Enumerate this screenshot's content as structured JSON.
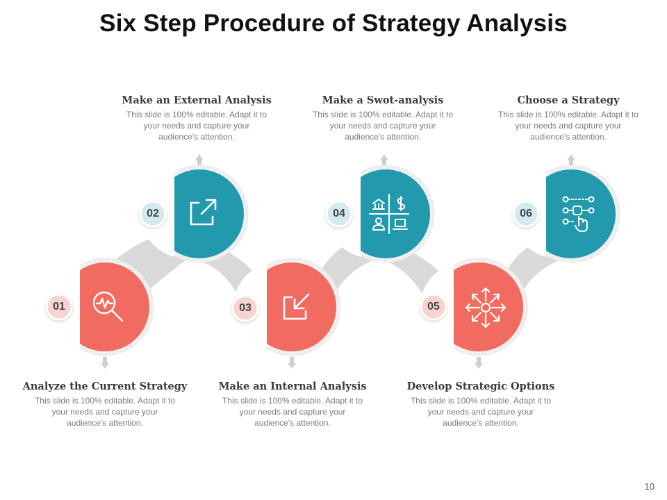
{
  "title": "Six Step Procedure of Strategy Analysis",
  "page_number": "10",
  "colors": {
    "coral": "#f26b60",
    "teal": "#2399ad",
    "connector": "#d8d8d8",
    "ring": "#eeeeee"
  },
  "steps": [
    {
      "number": "01",
      "heading": "Analyze the Current Strategy",
      "description": "This slide is 100% editable. Adapt it to your needs and capture your audience's attention.",
      "color": "coral",
      "icon": "magnifier-pulse-icon"
    },
    {
      "number": "02",
      "heading": "Make an External Analysis",
      "description": "This slide is 100% editable. Adapt it to your needs and capture your audience's attention.",
      "color": "teal",
      "icon": "arrow-out-icon"
    },
    {
      "number": "03",
      "heading": "Make an Internal Analysis",
      "description": "This slide is 100% editable. Adapt it to your needs and capture your audience's attention.",
      "color": "coral",
      "icon": "arrow-in-icon"
    },
    {
      "number": "04",
      "heading": "Make a Swot-analysis",
      "description": "This slide is 100% editable. Adapt it to your needs and capture your audience's attention.",
      "color": "teal",
      "icon": "swot-grid-icon"
    },
    {
      "number": "05",
      "heading": "Develop Strategic Options",
      "description": "This slide is 100% editable. Adapt it to your needs and capture your audience's attention.",
      "color": "coral",
      "icon": "expand-arrows-icon"
    },
    {
      "number": "06",
      "heading": "Choose a Strategy",
      "description": "This slide is 100% editable. Adapt it to your needs and capture your audience's attention.",
      "color": "teal",
      "icon": "select-option-icon"
    }
  ]
}
